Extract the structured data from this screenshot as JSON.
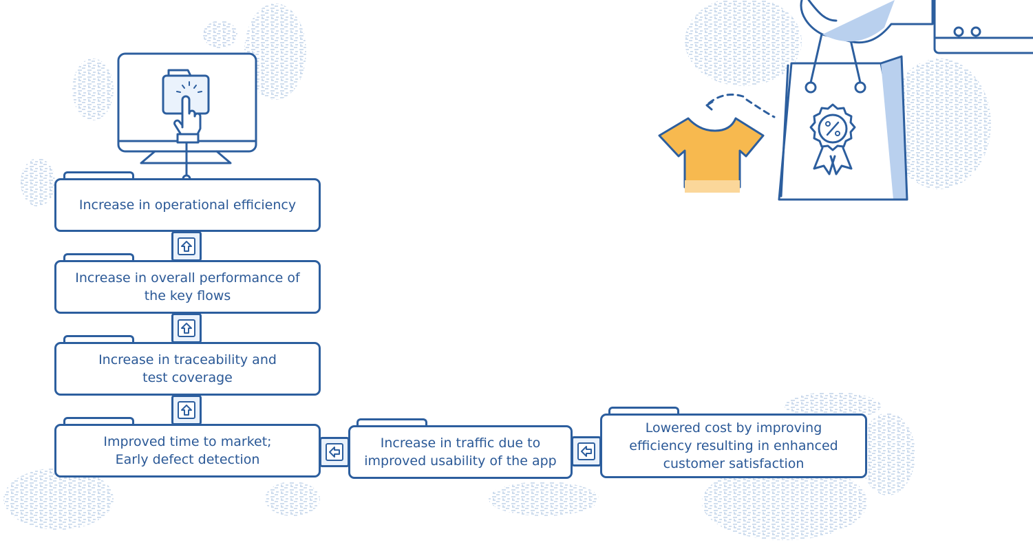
{
  "colors": {
    "line": "#2c5e9e",
    "text": "#2a5896",
    "light_blue": "#b9d0ee",
    "orange": "#f7b94f"
  },
  "icons": [
    "monitor-touch-icon",
    "shopping-bag-icon",
    "tshirt-icon",
    "hand-icon",
    "discount-badge-icon",
    "arrow-up-icon",
    "arrow-left-icon"
  ],
  "flow": {
    "operational_efficiency": "Increase in operational efficiency",
    "performance_line1": "Increase in overall performance of",
    "performance_line2": "the key flows",
    "traceability_line1": "Increase in traceability and",
    "traceability_line2": "test coverage",
    "time_to_market_line1": "Improved time to market;",
    "time_to_market_line2": "Early defect detection",
    "traffic_line1": "Increase in traffic due to",
    "traffic_line2": "improved usability of the app",
    "lowered_cost_line1": "Lowered cost by improving",
    "lowered_cost_line2": "efficiency resulting in enhanced",
    "lowered_cost_line3": "customer satisfaction"
  }
}
